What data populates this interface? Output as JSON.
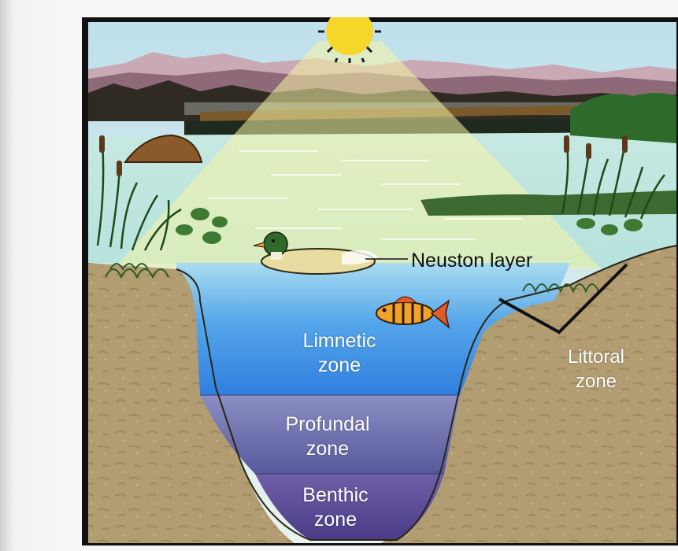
{
  "labels": {
    "neuston": "Neuston layer",
    "limnetic_line1": "Limnetic",
    "limnetic_line2": "zone",
    "profundal_line1": "Profundal",
    "profundal_line2": "zone",
    "benthic_line1": "Benthic",
    "benthic_line2": "zone",
    "littoral_line1": "Littoral",
    "littoral_line2": "zone"
  },
  "colors": {
    "sky": "#cfe6ee",
    "sunlight": "#f4f1a0",
    "sun": "#f5d72a",
    "limnetic_water": "#3f8fe0",
    "profundal_water": "#6c6fae",
    "benthic_water": "#5a4c92",
    "sediment": "#b09a70",
    "vegetation": "#2f6a2a"
  }
}
